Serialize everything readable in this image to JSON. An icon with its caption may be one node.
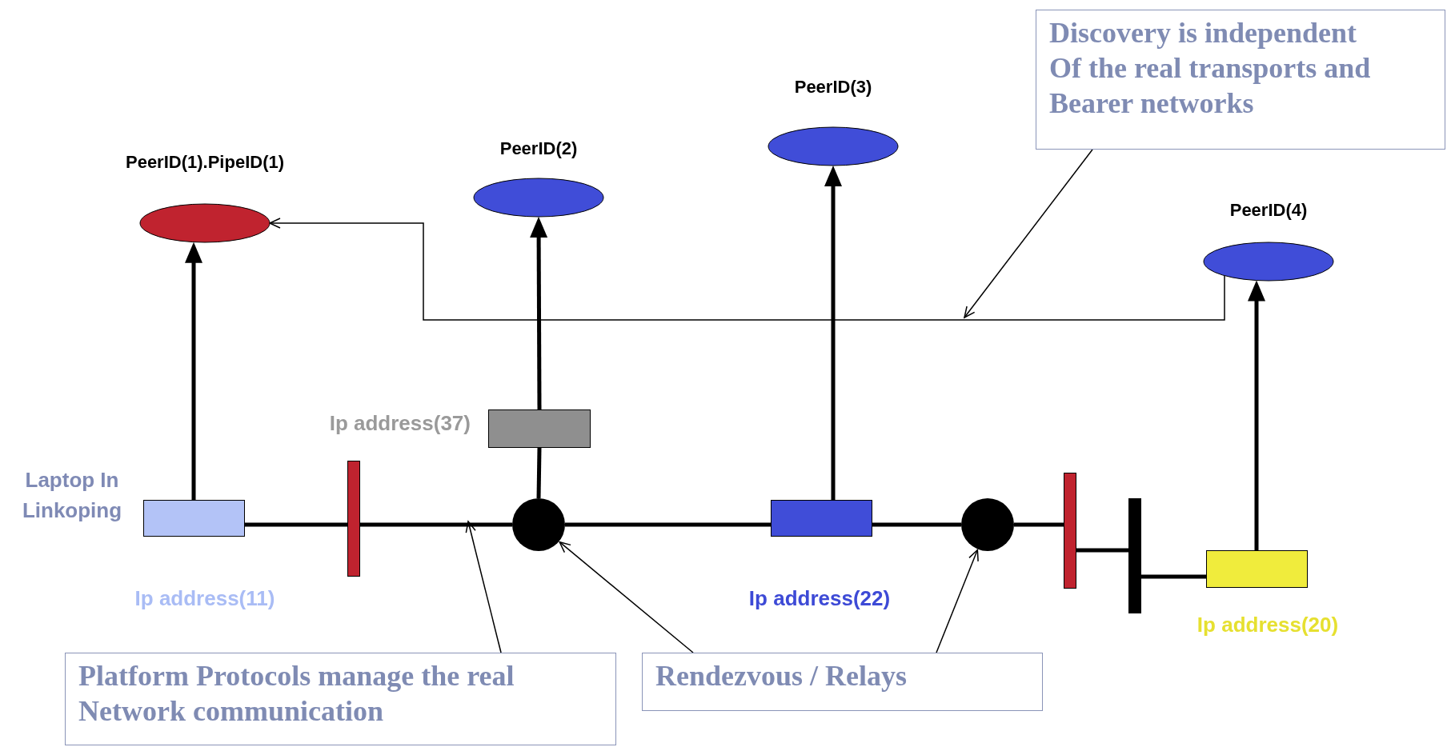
{
  "diagram": {
    "nodes": [
      {
        "text": [
          "Discovery is independent Of the real transports and Bearer networks"
        ]
      },
      {
        "text": [
          "PeerID(1).PipeID(1)"
        ]
      },
      {
        "text": [
          "PeerID(2)"
        ]
      },
      {
        "text": [
          "PeerID(3)"
        ]
      },
      {
        "text": [
          "PeerID(4)"
        ]
      },
      {
        "text": [],
        "shape": "box",
        "beside": [
          "Ip address(37)"
        ]
      },
      {
        "text": [],
        "shape": "box",
        "beside": [
          "Laptop In Linkoping",
          "Ip address(11)"
        ]
      },
      {
        "text": [],
        "shape": "bar"
      },
      {
        "text": [],
        "shape": "circle"
      },
      {
        "text": [],
        "shape": "box",
        "beside": [
          "Ip address(22)"
        ]
      },
      {
        "text": [],
        "shape": "circle"
      },
      {
        "text": [],
        "shape": "bar"
      },
      {
        "text": [],
        "shape": "bar"
      },
      {
        "text": [],
        "shape": "box",
        "beside": [
          "Ip address(20)"
        ]
      },
      {
        "text": [
          "Platform Protocols manage the real Network communication"
        ]
      },
      {
        "text": [
          "Rendezvous / Relays"
        ]
      }
    ],
    "edges": [
      {
        "from": 6,
        "to": 1,
        "arrow": "to"
      },
      {
        "from": 5,
        "to": 2,
        "arrow": "to"
      },
      {
        "from": 9,
        "to": 3,
        "arrow": "to"
      },
      {
        "from": 13,
        "to": 4,
        "arrow": "to"
      },
      {
        "from": 4,
        "to": 1,
        "arrow": "to"
      },
      {
        "from": 6,
        "to": 7,
        "arrow": "none"
      },
      {
        "from": 7,
        "to": 8,
        "arrow": "none"
      },
      {
        "from": 8,
        "to": 9,
        "arrow": "none"
      },
      {
        "from": 9,
        "to": 10,
        "arrow": "none"
      },
      {
        "from": 10,
        "to": 11,
        "arrow": "none"
      },
      {
        "from": 11,
        "to": 12,
        "arrow": "none"
      },
      {
        "from": 12,
        "to": 13,
        "arrow": "none"
      },
      {
        "from": 8,
        "to": 5,
        "arrow": "none"
      },
      {
        "from": 0,
        "to": null,
        "arrow": "to"
      },
      {
        "from": 14,
        "to": null,
        "arrow": "to"
      },
      {
        "from": 15,
        "to": 8,
        "arrow": "to"
      },
      {
        "from": 15,
        "to": 10,
        "arrow": "to"
      }
    ]
  }
}
